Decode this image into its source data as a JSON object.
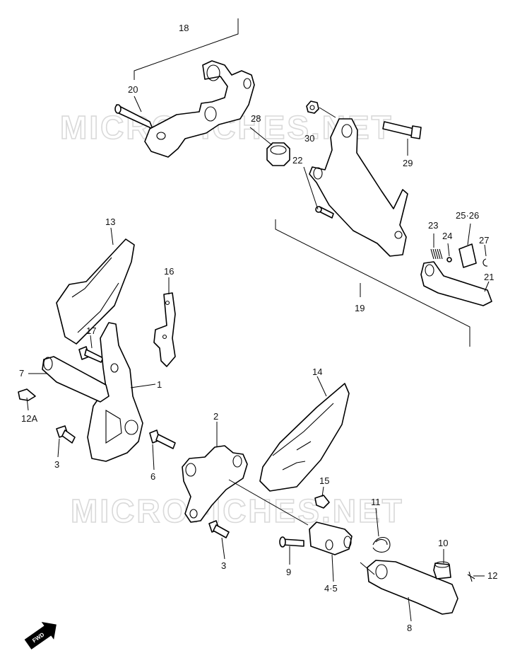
{
  "watermark": {
    "top": "MICROFICHES.NET",
    "bottom": "MICROFICHES.NET"
  },
  "fwd_arrow": {
    "label": "FWD",
    "icon": "fwd-arrow-icon"
  },
  "labels": {
    "p18": "18",
    "p20": "20",
    "p28": "28",
    "p30": "30",
    "p29": "29",
    "p22": "22",
    "p23": "23",
    "p24": "24",
    "p25_26": "25·26",
    "p27": "27",
    "p21": "21",
    "p19": "19",
    "p13": "13",
    "p16": "16",
    "p17": "17",
    "p7": "7",
    "p1": "1",
    "p12a": "12A",
    "p3a": "3",
    "p6": "6",
    "p2": "2",
    "p3b": "3",
    "p14": "14",
    "p15": "15",
    "p11": "11",
    "p9": "9",
    "p4_5": "4·5",
    "p10": "10",
    "p12": "12",
    "p8": "8"
  }
}
